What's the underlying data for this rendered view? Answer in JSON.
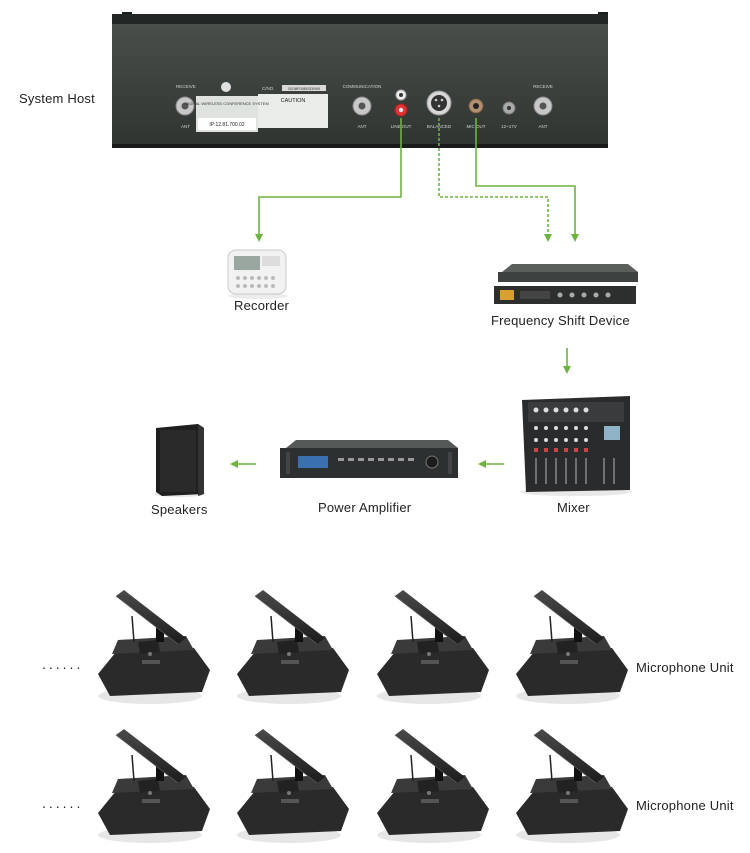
{
  "labels": {
    "system_host": "System Host",
    "recorder": "Recorder",
    "frequency_shift_device": "Frequency Shift Device",
    "speakers": "Speakers",
    "power_amplifier": "Power Amplifier",
    "mixer": "Mixer",
    "microphone_unit_row1": "Microphone Unit",
    "microphone_unit_row2": "Microphone Unit"
  },
  "host_panel": {
    "receive_left": "RECEIVE",
    "ant_left": "ANT",
    "logo_title": "DIGITAL WIRELESS CONFERENCE SYSTEM",
    "ip": "IP:12.81.700.02",
    "cno_label": "C/NO.",
    "serial": "S0J8F00B033990",
    "caution": "CAUTION",
    "communication": "COMMUNICATION",
    "ant_mid": "ANT",
    "line_out": "LINE OUT",
    "balanced": "BALANCED",
    "mic_out": "MIC OUT",
    "power": "12~17V",
    "receive_right": "RECEIVE",
    "ant_right": "ANT"
  },
  "continuation": "......",
  "colors": {
    "arrow": "#6db33f",
    "device_dark": "#3a3f3c",
    "mic_body": "#2b2b2b"
  }
}
